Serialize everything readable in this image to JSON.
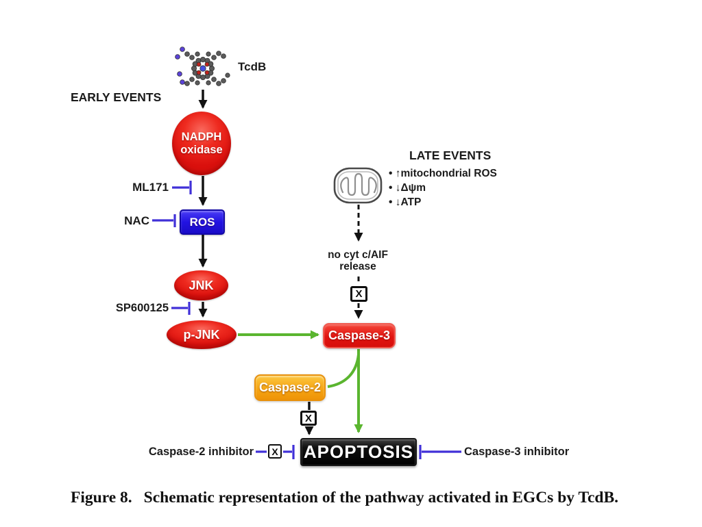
{
  "figure": {
    "early_events_label": "EARLY EVENTS",
    "tcdb_label": "TcdB",
    "nadph_line1": "NADPH",
    "nadph_line2": "oxidase",
    "ml171_label": "ML171",
    "ros_label": "ROS",
    "nac_label": "NAC",
    "jnk_label": "JNK",
    "sp600125_label": "SP600125",
    "pjnk_label": "p-JNK",
    "caspase3_label": "Caspase-3",
    "late_events_label": "LATE EVENTS",
    "late_events_bullets": [
      "• ↑mitochondrial ROS",
      "• ↓Δψm",
      "• ↓ATP"
    ],
    "no_cyt_line1": "no cyt c/AIF",
    "no_cyt_line2": "release",
    "x_marker": "X",
    "caspase2_label": "Caspase-2",
    "apoptosis_label": "APOPTOSIS",
    "caspase2_inhibitor_label": "Caspase-2 inhibitor",
    "caspase3_inhibitor_label": "Caspase-3 inhibitor"
  },
  "caption": {
    "figure_label": "Figure 8.",
    "text": "Schematic representation of the pathway activated in EGCs by TcdB."
  },
  "colors": {
    "node_red": "#e1130f",
    "node_blue": "#2213e2",
    "node_amber": "#f5a312",
    "apoptosis_black": "#000000",
    "arrow_black": "#121212",
    "arrow_green": "#5ab52f",
    "inhibitor_blue": "#4030d8"
  }
}
